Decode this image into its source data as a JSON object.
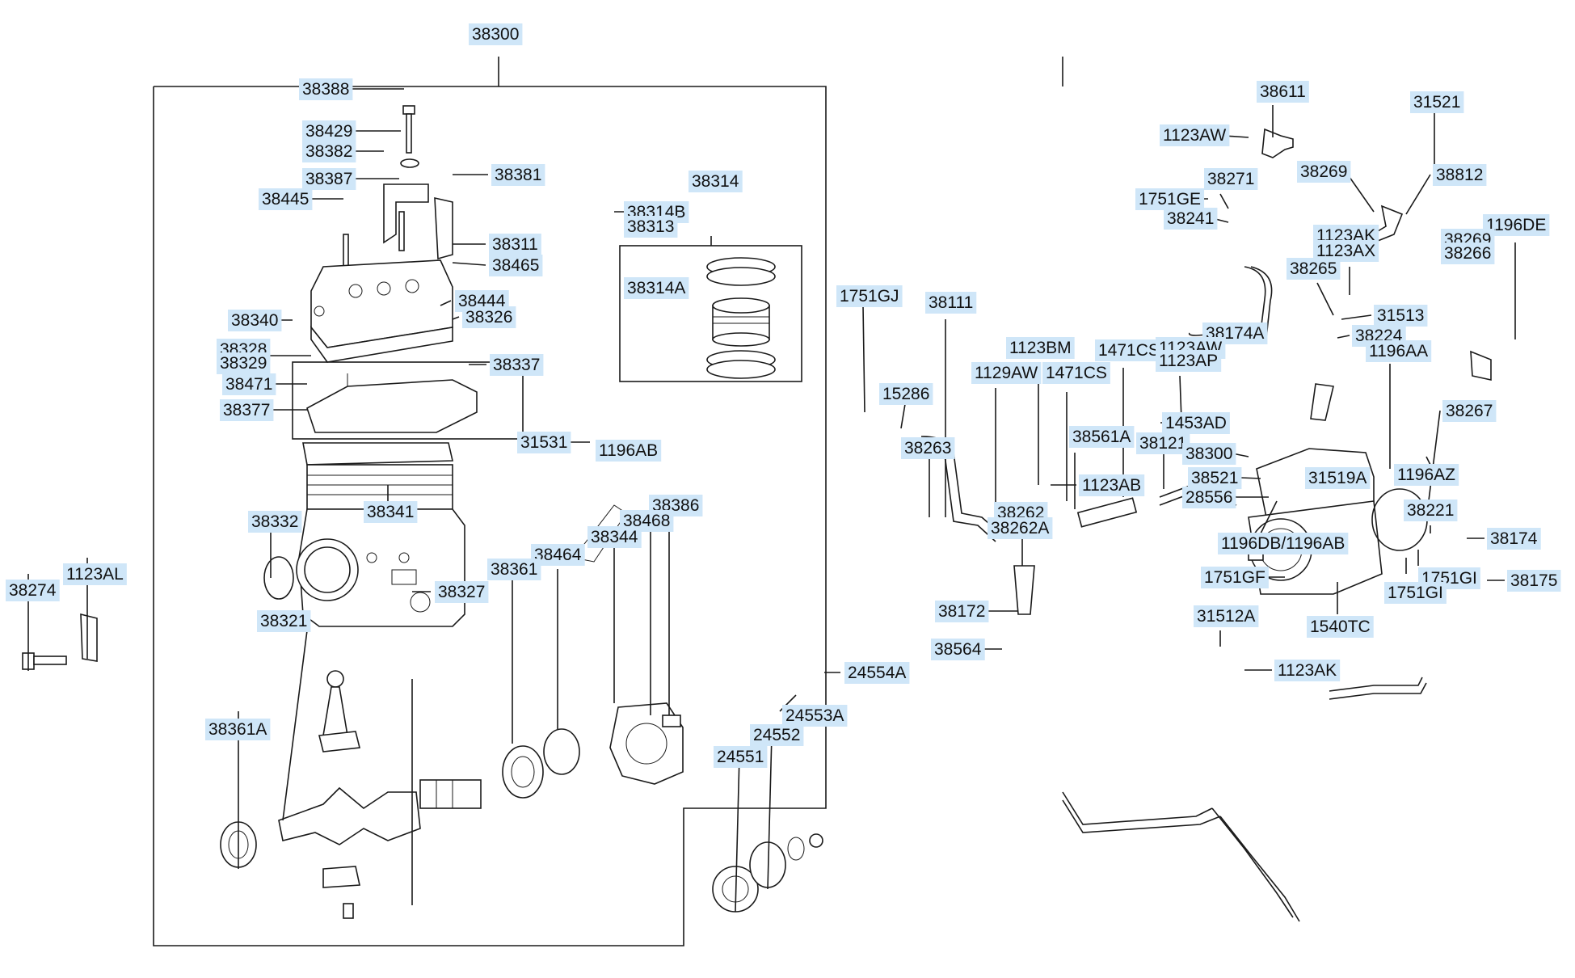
{
  "diagram": {
    "accent": "#cfe6f8",
    "labels": [
      "38300",
      "38388",
      "38429",
      "38382",
      "38381",
      "38387",
      "38445",
      "38311",
      "38465",
      "38314",
      "38314B",
      "38313",
      "38314A",
      "38340",
      "38444",
      "38326",
      "38328",
      "38329",
      "38337",
      "38471",
      "38377",
      "31531",
      "1196AB",
      "38332",
      "38341",
      "38386",
      "38468",
      "38344",
      "38464",
      "38361",
      "38327",
      "38321",
      "38361A",
      "24554A",
      "24553A",
      "24552",
      "24551",
      "38274",
      "1123AL",
      "38611",
      "31521",
      "1123AW",
      "38269",
      "38812",
      "38271",
      "1751GE",
      "38241",
      "1123AK",
      "1123AX",
      "1196DE",
      "38269",
      "38266",
      "38265",
      "31513",
      "38174A",
      "38224",
      "1751GJ",
      "38111",
      "1123BM",
      "1471CS",
      "1123AW",
      "1123AP",
      "1196AA",
      "1129AW",
      "1471CS",
      "15286",
      "38267",
      "1453AD",
      "38561A",
      "38121",
      "38263",
      "38300",
      "38521",
      "31519A",
      "1196AZ",
      "1123AB",
      "28556",
      "38262",
      "38262A",
      "38221",
      "1196DB/1196AB",
      "38174",
      "1751GF",
      "1751GI",
      "38175",
      "1751GI",
      "1540TC",
      "38172",
      "31512A",
      "38564",
      "1123AK"
    ]
  }
}
